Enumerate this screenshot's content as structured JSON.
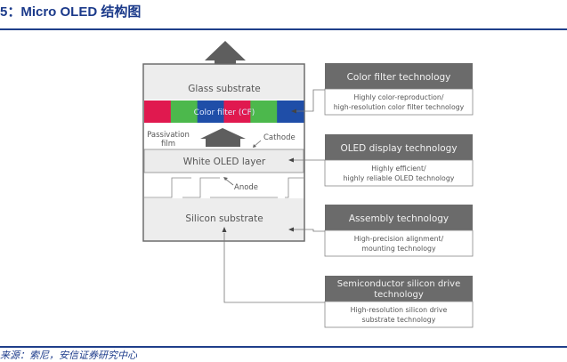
{
  "header": {
    "title": "5：Micro OLED 结构图"
  },
  "diagram": {
    "layers": {
      "glass": "Glass substrate",
      "color_filter": "Color filter (CF)",
      "passivation_line1": "Passivation",
      "passivation_line2": "film",
      "cathode": "Cathode",
      "white_oled": "White OLED layer",
      "anode": "Anode",
      "silicon": "Silicon substrate"
    },
    "color_filter_cells": [
      "#e0194f",
      "#4cb84c",
      "#1f4ea8",
      "#e0194f",
      "#4cb84c",
      "#1f4ea8"
    ],
    "technologies": [
      {
        "title": "Color filter technology",
        "desc_line1": "Highly color-reproduction/",
        "desc_line2": "high-resolution color filter technology"
      },
      {
        "title": "OLED display technology",
        "desc_line1": "Highly efficient/",
        "desc_line2": "highly reliable OLED technology"
      },
      {
        "title": "Assembly technology",
        "desc_line1": "High-precision alignment/",
        "desc_line2": "mounting technology"
      },
      {
        "title_line1": "Semiconductor silicon drive",
        "title_line2": "technology",
        "desc_line1": "High-resolution silicon drive",
        "desc_line2": "substrate technology"
      }
    ]
  },
  "footer": {
    "source": "来源：索尼，安信证券研究中心"
  }
}
